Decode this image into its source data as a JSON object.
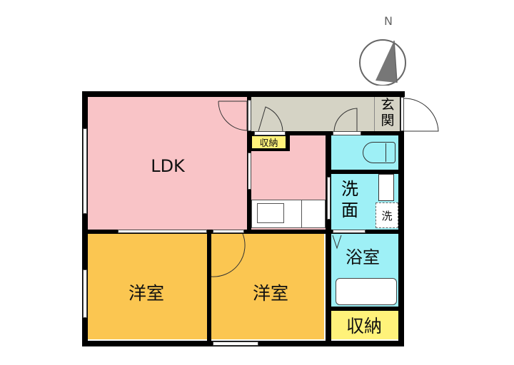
{
  "compass": {
    "label": "N"
  },
  "rooms": {
    "ldk": {
      "label": "LDK",
      "color": "#f9c4c7"
    },
    "kitchen": {
      "color": "#f9c4c7"
    },
    "hall": {
      "color": "#d5d3c5"
    },
    "entrance": {
      "label_line1": "玄",
      "label_line2": "関",
      "color": "#d5d3c5"
    },
    "closet_small": {
      "label": "収納",
      "color": "#fff27a"
    },
    "toilet": {
      "color": "#9ef0f6"
    },
    "washroom": {
      "label_line1": "洗",
      "label_line2": "面",
      "color": "#9ef0f6"
    },
    "washer": {
      "label": "洗"
    },
    "bathroom": {
      "label": "浴室",
      "color": "#9ef0f6"
    },
    "closet_large": {
      "label": "収納",
      "color": "#fff27a"
    },
    "western_room_1": {
      "label": "洋室",
      "color": "#fbc651"
    },
    "western_room_2": {
      "label": "洋室",
      "color": "#fbc651"
    }
  }
}
